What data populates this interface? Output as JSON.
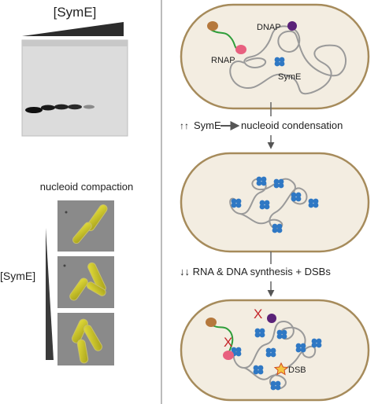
{
  "gel": {
    "title": "[SymE]"
  },
  "microscopy": {
    "title": "nucleoid compaction",
    "gradient_label": "[SymE]"
  },
  "cell1": {
    "dnap_label": "DNAP",
    "rnap_label": "RNAP",
    "syme_label": "SymE"
  },
  "step1": {
    "arrows": "↑↑",
    "subject": "SymE",
    "result": "nucleoid condensation"
  },
  "step2": {
    "text": "↓↓ RNA & DNA synthesis + DSBs"
  },
  "cell3": {
    "dsb_label": "DSB",
    "block_mark_rnap": "X",
    "block_mark_dnap": "X"
  },
  "colors": {
    "cell_fill": "#f3ede1",
    "cell_stroke": "#a68b5b",
    "dna": "#9a9a9a",
    "syme": "#2f78c4",
    "rnap": "#e8607f",
    "dnap": "#5a2278",
    "rna": "#2e9e3a",
    "ribosome": "#b5783c",
    "block": "#c4262b",
    "arrow": "#666666"
  }
}
